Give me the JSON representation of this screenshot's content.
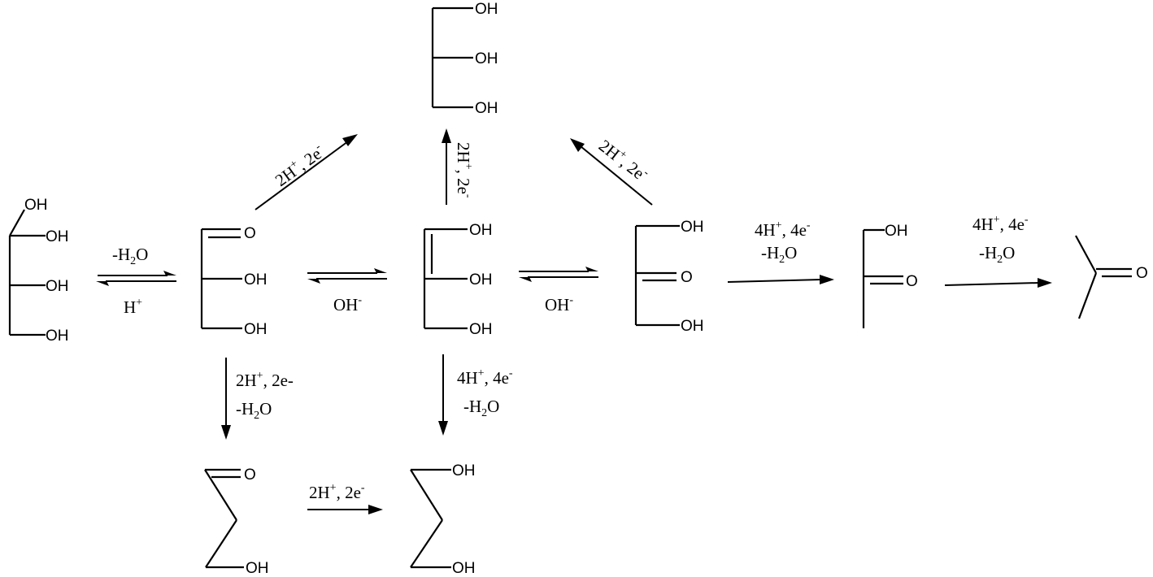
{
  "atoms": {
    "oh": "OH",
    "o": "O"
  },
  "conditions": {
    "dehydration_top": "-H",
    "dehydration_top_sub": "2",
    "dehydration_top_end": "O",
    "acid": "H",
    "acid_sup": "+",
    "base_1": "OH",
    "base_1_sup": "-",
    "base_2": "OH",
    "base_2_sup": "-",
    "red_2h_a": "2H",
    "red_2h_a_sup": "+",
    "red_2h_a_mid": ", 2e",
    "red_2h_a_sup2": "-",
    "red_2h_b": "2H",
    "red_2h_b_sup": "+",
    "red_2h_b_mid": ", 2e",
    "red_2h_b_sup2": "-",
    "red_2h_c": "2H",
    "red_2h_c_sup": "+",
    "red_2h_c_mid": ", 2e",
    "red_2h_c_sup2": "-",
    "red_2h_d": "2H",
    "red_2h_d_sup": "+",
    "red_2h_d_mid": ", 2e-",
    "red_2h_d_h2o": "-H",
    "red_2h_d_h2o_sub": "2",
    "red_2h_d_h2o_end": "O",
    "red_4h_a": "4H",
    "red_4h_a_sup": "+",
    "red_4h_a_mid": ", 4e",
    "red_4h_a_sup2": "-",
    "red_4h_a_h2o": "-H",
    "red_4h_a_h2o_sub": "2",
    "red_4h_a_h2o_end": "O",
    "red_2h_e": "2H",
    "red_2h_e_sup": "+",
    "red_2h_e_mid": ", 2e",
    "red_2h_e_sup2": "-",
    "red_4h_b": "4H",
    "red_4h_b_sup": "+",
    "red_4h_b_mid": ", 4e",
    "red_4h_b_sup2": "-",
    "red_4h_b_h2o": "-H",
    "red_4h_b_h2o_sub": "2",
    "red_4h_b_h2o_end": "O",
    "red_4h_c": "4H",
    "red_4h_c_sup": "+",
    "red_4h_c_mid": ", 4e",
    "red_4h_c_sup2": "-",
    "red_4h_c_h2o": "-H",
    "red_4h_c_h2o_sub": "2",
    "red_4h_c_h2o_end": "O"
  }
}
